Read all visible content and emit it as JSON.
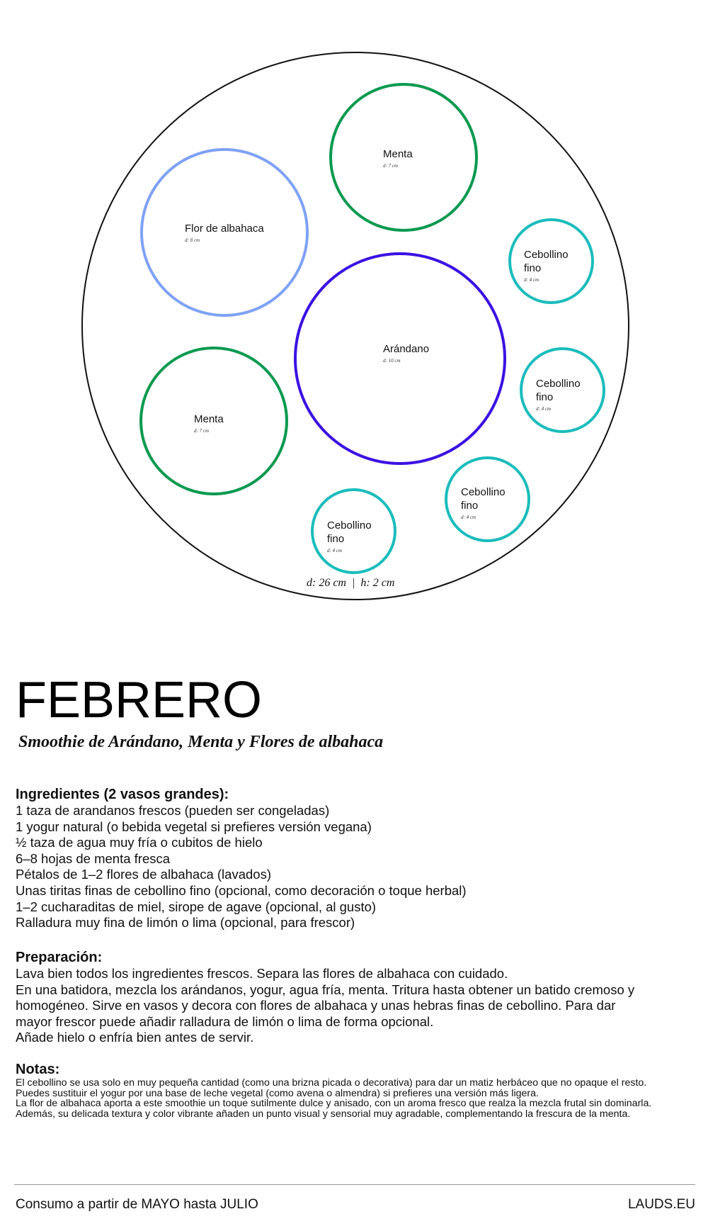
{
  "diagram": {
    "items": [
      {
        "name": "Menta",
        "size": "d: 7 cm"
      },
      {
        "name": "Flor de albahaca",
        "size": "d: 8 cm"
      },
      {
        "name": "Cebollino fino",
        "size": "d: 4 cm"
      },
      {
        "name": "Arándano",
        "size": "d: 10 cm"
      },
      {
        "name": "Cebollino fino",
        "size": "d: 4 cm"
      },
      {
        "name": "Menta",
        "size": "d: 7 cm"
      },
      {
        "name": "Cebollino fino",
        "size": "d: 4 cm"
      },
      {
        "name": "Cebollino fino",
        "size": "d: 4 cm"
      }
    ],
    "dimensions": "d: 26 cm  |  h: 2 cm",
    "colors": {
      "menta": "#0a9a50",
      "flor": "#7fa2f6",
      "arandano": "#3b12e2",
      "cebollino": "#1bbcbc"
    }
  },
  "month": "FEBRERO",
  "subtitle": "Smoothie de Arándano, Menta y Flores de albahaca",
  "ingredients": {
    "heading": "Ingredientes (2 vasos grandes):",
    "items": [
      "1 taza de arandanos frescos (pueden ser congeladas)",
      "1 yogur natural (o bebida vegetal si prefieres versión vegana)",
      "½ taza de agua muy fría o cubitos de hielo",
      "6–8 hojas de menta fresca",
      "Pétalos de 1–2 flores de albahaca (lavados)",
      "Unas tiritas finas de cebollino fino (opcional, como decoración o toque herbal)",
      "1–2 cucharaditas de miel, sirope de agave (opcional, al gusto)",
      "Ralladura muy fina de limón o lima (opcional, para frescor)"
    ]
  },
  "preparation": {
    "heading": "Preparación:",
    "paragraphs": [
      "Lava bien todos los ingredientes frescos. Separa las flores de albahaca con cuidado.",
      "En una batidora, mezcla los arándanos, yogur, agua fría, menta. Tritura hasta obtener un batido cremoso y homogéneo. Sirve en vasos y decora con flores de albahaca y unas hebras finas de cebollino. Para dar mayor frescor puede añadir ralladura de limón o lima de forma opcional.",
      "Añade hielo o enfría bien antes de servir."
    ]
  },
  "notes": {
    "heading": "Notas:",
    "paragraphs": [
      "El cebollino se usa solo en muy pequeña cantidad (como una brizna picada o decorativa) para dar un matiz herbáceo que no opaque el resto.",
      "Puedes sustituir el yogur por una base de leche vegetal (como avena o almendra) si prefieres una versión más ligera.",
      "La flor de albahaca aporta a este smoothie un toque sutilmente dulce y anisado, con un aroma fresco que realza la mezcla frutal sin dominarla.",
      "Además, su delicada textura y color vibrante añaden un punto visual y sensorial muy agradable, complementando la frescura de la menta."
    ]
  },
  "footer": {
    "season": "Consumo a partir de MAYO hasta JULIO",
    "site": "LAUDS.EU"
  }
}
